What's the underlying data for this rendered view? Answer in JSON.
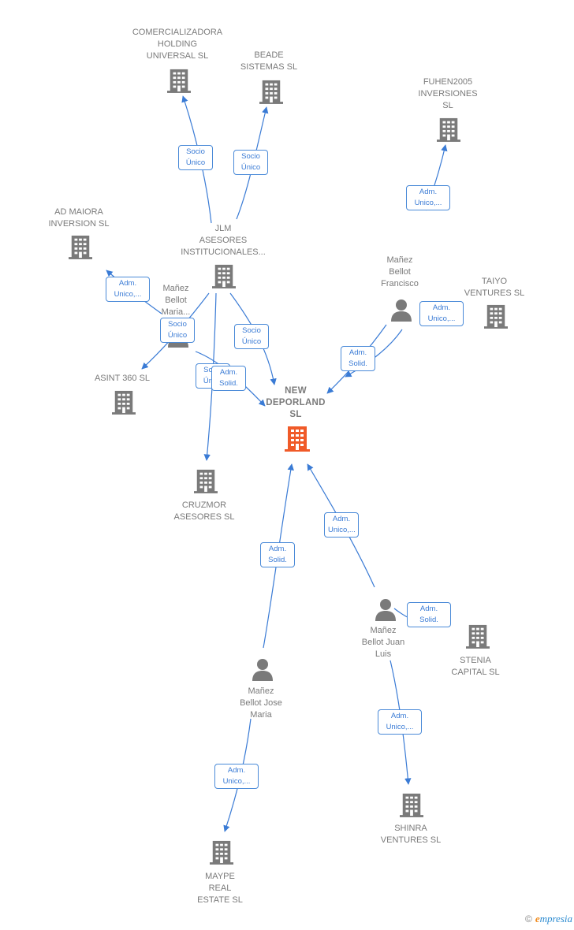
{
  "colors": {
    "building": "#7a7a7a",
    "main_building": "#f05a28",
    "person": "#7a7a7a",
    "edge": "#3a7bd5"
  },
  "nodes": [
    {
      "id": "comercializadora",
      "type": "company",
      "label": "COMERCIALIZADORA\nHOLDING\nUNIVERSAL  SL"
    },
    {
      "id": "beade",
      "type": "company",
      "label": "BEADE\nSISTEMAS  SL"
    },
    {
      "id": "fuhen",
      "type": "company",
      "label": "FUHEN2005\nINVERSIONES\nSL"
    },
    {
      "id": "admaiora",
      "type": "company",
      "label": "AD MAIORA\nINVERSION  SL"
    },
    {
      "id": "jlm",
      "type": "company",
      "label": "JLM\nASESORES\nINSTITUCIONALES..."
    },
    {
      "id": "manez_maria",
      "type": "person",
      "label": "Mañez\nBellot\nMaria..."
    },
    {
      "id": "manez_francisco",
      "type": "person",
      "label": "Mañez\nBellot\nFrancisco"
    },
    {
      "id": "taiyo",
      "type": "company",
      "label": "TAIYO\nVENTURES  SL"
    },
    {
      "id": "asint",
      "type": "company",
      "label": "ASINT 360  SL"
    },
    {
      "id": "new_deporland",
      "type": "main",
      "label": "NEW\nDEPORLAND\nSL"
    },
    {
      "id": "cruzmor",
      "type": "company",
      "label": "CRUZMOR\nASESORES  SL"
    },
    {
      "id": "manez_juan",
      "type": "person",
      "label": "Mañez\nBellot Juan\nLuis"
    },
    {
      "id": "stenia",
      "type": "company",
      "label": "STENIA\nCAPITAL  SL"
    },
    {
      "id": "manez_jose",
      "type": "person",
      "label": "Mañez\nBellot Jose\nMaria"
    },
    {
      "id": "shinra",
      "type": "company",
      "label": "SHINRA\nVENTURES  SL"
    },
    {
      "id": "maype",
      "type": "company",
      "label": "MAYPE\nREAL\nESTATE  SL"
    }
  ],
  "edges": [
    {
      "id": "e1",
      "label": "Socio\nÚnico"
    },
    {
      "id": "e2",
      "label": "Socio\nÚnico"
    },
    {
      "id": "e3",
      "label": "Adm.\nUnico,..."
    },
    {
      "id": "e4",
      "label": "Adm.\nUnico,..."
    },
    {
      "id": "e5",
      "label": "Socio\nÚnico"
    },
    {
      "id": "e6",
      "label": "Socio\nÚnico"
    },
    {
      "id": "e7",
      "label": "Socio\nÚnico"
    },
    {
      "id": "e8",
      "label": "Adm.\nSolid."
    },
    {
      "id": "e9",
      "label": "Adm.\nUnico,..."
    },
    {
      "id": "e10",
      "label": "Adm.\nSolid."
    },
    {
      "id": "e11",
      "label": "Adm.\nSolid."
    },
    {
      "id": "e12",
      "label": "Adm.\nUnico,..."
    },
    {
      "id": "e13",
      "label": "Adm.\nSolid."
    },
    {
      "id": "e14",
      "label": "Adm.\nUnico,..."
    },
    {
      "id": "e15",
      "label": "Adm.\nUnico,..."
    }
  ],
  "footer": {
    "copyright": "©",
    "brand_first": "e",
    "brand_rest": "mpresia"
  }
}
